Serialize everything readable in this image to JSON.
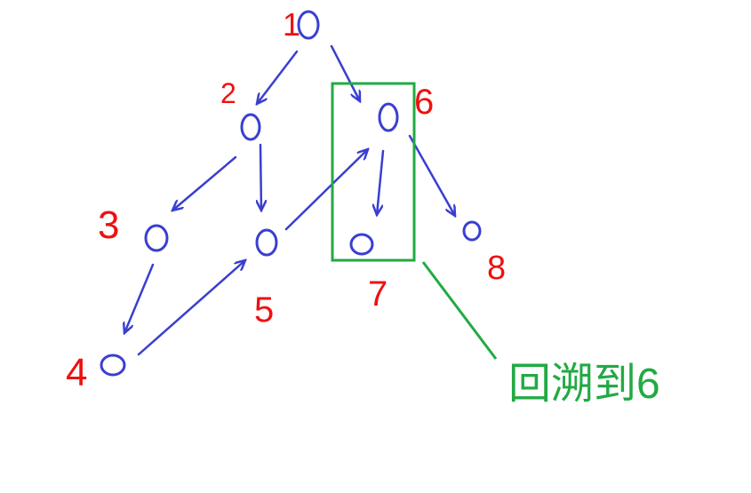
{
  "colors": {
    "node": "#3a3fd0",
    "edge": "#3a3fd0",
    "label": "#ee1111",
    "highlight": "#22aa44",
    "background": "#ffffff"
  },
  "nodes": [
    {
      "id": "n1",
      "label": "1",
      "depicted": "circle"
    },
    {
      "id": "n2",
      "label": "2",
      "depicted": "circle"
    },
    {
      "id": "n3",
      "label": "3",
      "depicted": "circle"
    },
    {
      "id": "n4",
      "label": "4",
      "depicted": "circle"
    },
    {
      "id": "n5",
      "label": "5",
      "depicted": "circle"
    },
    {
      "id": "n6",
      "label": "6",
      "depicted": "circle"
    },
    {
      "id": "n7",
      "label": "7",
      "depicted": "circle"
    },
    {
      "id": "n8",
      "label": "8",
      "depicted": "circle"
    }
  ],
  "edges": [
    {
      "from": "n1",
      "to": "n2"
    },
    {
      "from": "n1",
      "to": "n6"
    },
    {
      "from": "n2",
      "to": "n3"
    },
    {
      "from": "n2",
      "to": "n5"
    },
    {
      "from": "n3",
      "to": "n4"
    },
    {
      "from": "n4",
      "to": "n5"
    },
    {
      "from": "n5",
      "to": "n6"
    },
    {
      "from": "n6",
      "to": "n7"
    },
    {
      "from": "n6",
      "to": "n8"
    }
  ],
  "annotation": {
    "highlighted_nodes": [
      "n6",
      "n7"
    ],
    "text": "回溯到6"
  }
}
